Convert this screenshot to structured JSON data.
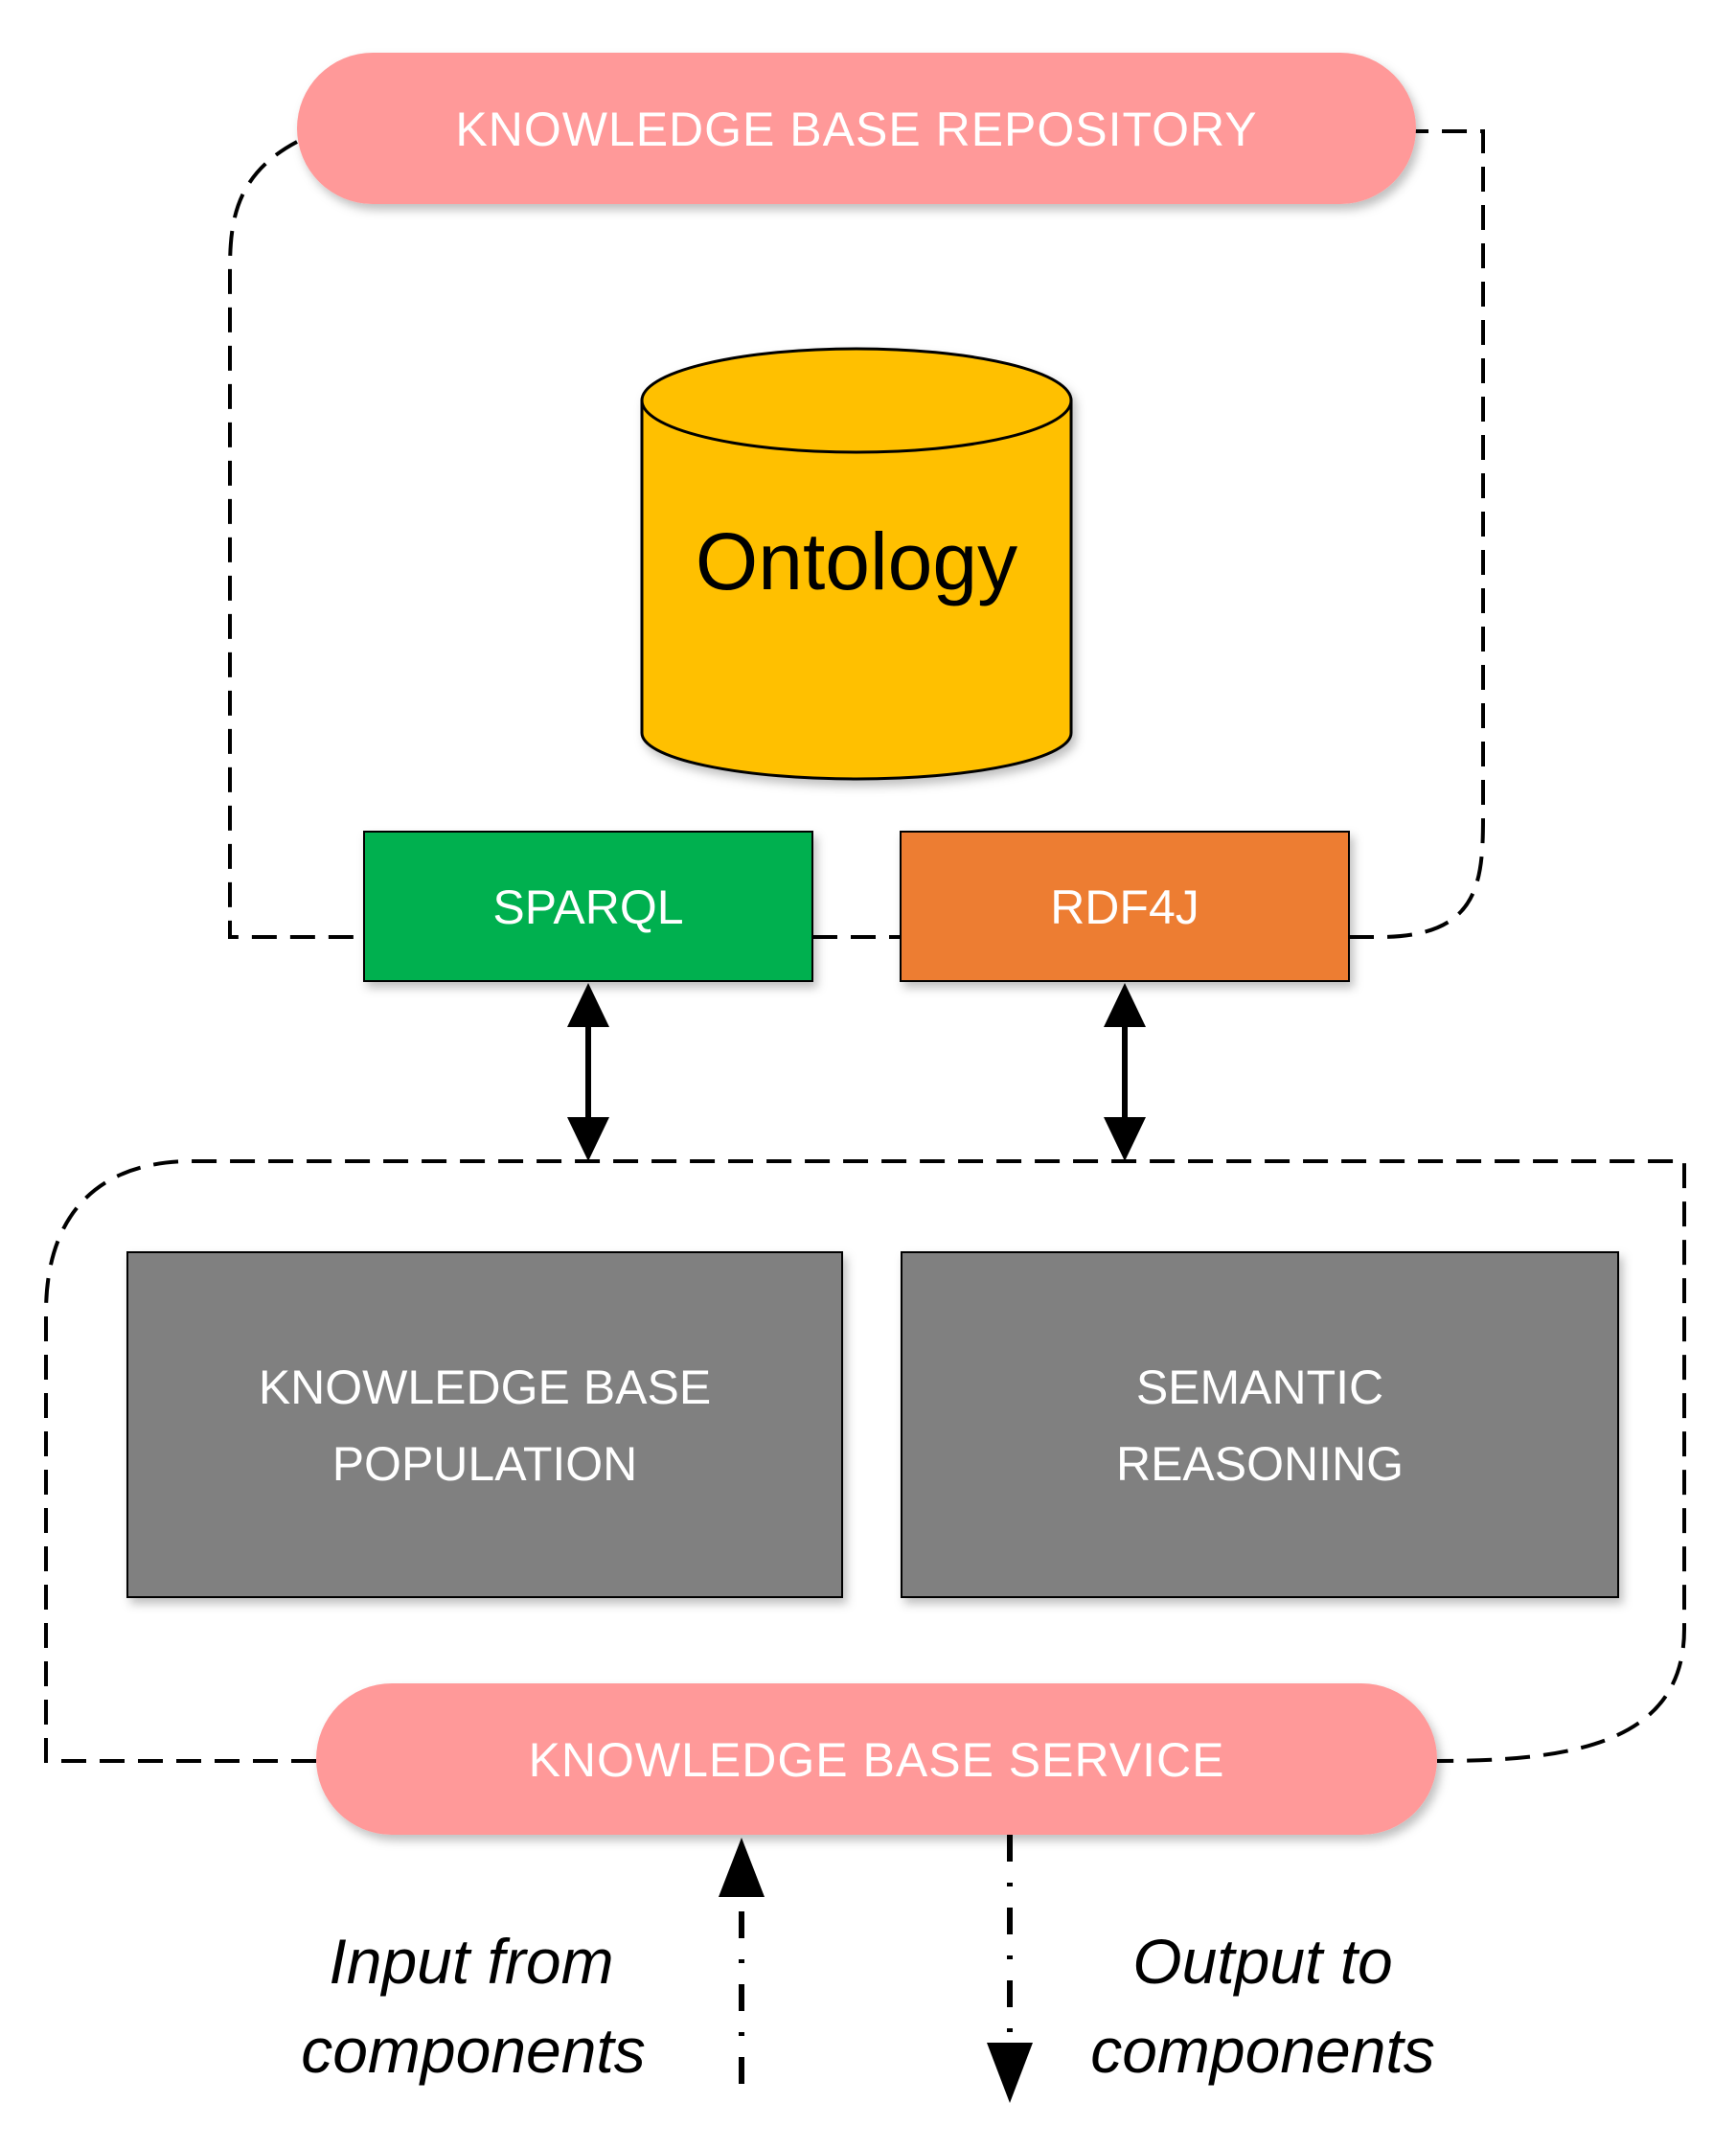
{
  "repository": {
    "title": "KNOWLEDGE BASE REPOSITORY",
    "ontology_label": "Ontology",
    "sparql_label": "SPARQL",
    "rdf4j_label": "RDF4J"
  },
  "service": {
    "title": "KNOWLEDGE BASE SERVICE",
    "population_line1": "KNOWLEDGE BASE",
    "population_line2": "POPULATION",
    "reasoning_line1": "SEMANTIC",
    "reasoning_line2": "REASONING"
  },
  "io": {
    "input_line1": "Input from",
    "input_line2": "components",
    "output_line1": "Output to",
    "output_line2": "components"
  },
  "colors": {
    "pill": "#ff9999",
    "ontology": "#ffc000",
    "sparql": "#00b050",
    "rdf4j": "#ed7d31",
    "module": "#808080"
  }
}
